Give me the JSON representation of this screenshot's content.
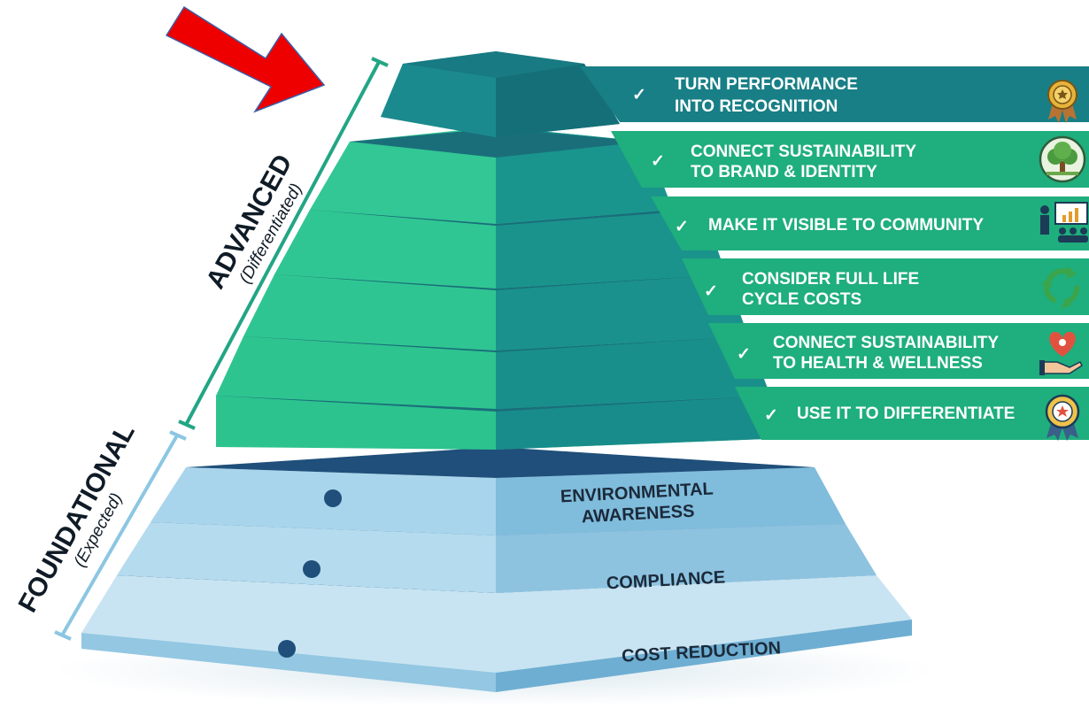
{
  "advanced": {
    "title": "ADVANCED",
    "subtitle": "(Differentiated)"
  },
  "foundational": {
    "title": "FOUNDATIONAL",
    "subtitle": "(Expected)"
  },
  "advanced_items": [
    {
      "lines": [
        "TURN PERFORMANCE",
        "INTO RECOGNITION"
      ],
      "icon": "award-ribbon-icon"
    },
    {
      "lines": [
        "CONNECT SUSTAINABILITY",
        "TO BRAND & IDENTITY"
      ],
      "icon": "tree-icon"
    },
    {
      "lines": [
        "MAKE IT VISIBLE TO COMMUNITY"
      ],
      "icon": "presentation-icon"
    },
    {
      "lines": [
        "CONSIDER FULL LIFE",
        "CYCLE COSTS"
      ],
      "icon": "recycle-icon"
    },
    {
      "lines": [
        "CONNECT SUSTAINABILITY",
        "TO HEALTH & WELLNESS"
      ],
      "icon": "heart-hand-icon"
    },
    {
      "lines": [
        "USE IT TO DIFFERENTIATE"
      ],
      "icon": "award-badge-icon"
    }
  ],
  "foundational_items": [
    {
      "lines": [
        "ENVIRONMENTAL",
        "AWARENESS"
      ]
    },
    {
      "lines": [
        "COMPLIANCE"
      ]
    },
    {
      "lines": [
        "COST REDUCTION"
      ]
    }
  ],
  "check_symbol": "✓",
  "colors": {
    "banner_top": "#187f86",
    "banner_green": "#1fae7d",
    "advanced_front": "#2cc38e",
    "advanced_side": "#188c8a",
    "advanced_top_tier": "#17838a",
    "foundational_front": "#a8d5ec",
    "foundational_side": "#7fbcdc",
    "arrow": "#ee0000"
  }
}
